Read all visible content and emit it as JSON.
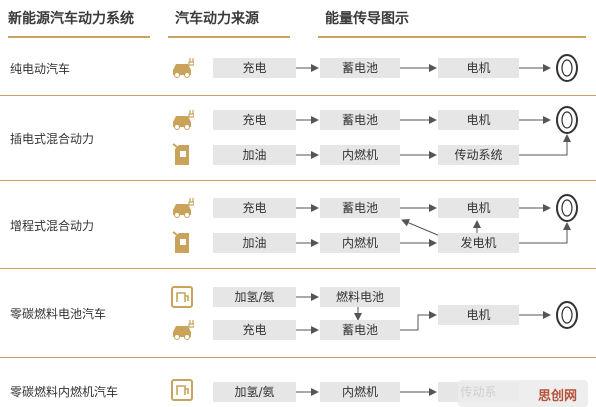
{
  "headers": {
    "system": "新能源汽车动力系统",
    "source": "汽车动力来源",
    "flow": "能量传导图示"
  },
  "rows": [
    {
      "label": "纯电动汽车"
    },
    {
      "label": "插电式混合动力"
    },
    {
      "label": "增程式混合动力"
    },
    {
      "label": "零碳燃料电池汽车"
    },
    {
      "label": "零碳燃料内燃机汽车"
    }
  ],
  "boxes": {
    "r1_charge": "充电",
    "r1_battery": "蓄电池",
    "r1_motor": "电机",
    "r2_charge": "充电",
    "r2_battery": "蓄电池",
    "r2_motor": "电机",
    "r2_fuel": "加油",
    "r2_engine": "内燃机",
    "r2_transmission": "传动系统",
    "r3_charge": "充电",
    "r3_battery": "蓄电池",
    "r3_motor": "电机",
    "r3_fuel": "加油",
    "r3_engine": "内燃机",
    "r3_generator": "发电机",
    "r4_h2": "加氢/氨",
    "r4_fuelcell": "燃料电池",
    "r4_charge": "充电",
    "r4_battery": "蓄电池",
    "r4_motor": "电机",
    "r5_h2": "加氢/氨",
    "r5_engine": "内燃机",
    "r5_transmission": "传动系"
  },
  "watermark": "思创网",
  "colors": {
    "accent": "#c9a35a",
    "box": "#e6e6e6",
    "line": "#555555"
  },
  "icons": [
    "charger-plug-icon",
    "fuel-can-icon",
    "tire-icon",
    "hydrogen-pump-icon"
  ]
}
